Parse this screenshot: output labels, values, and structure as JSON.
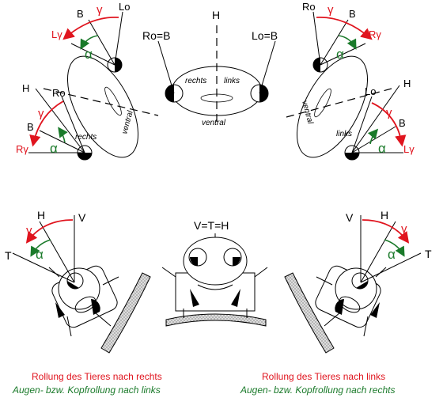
{
  "colors": {
    "red": "#e0141e",
    "green": "#1a7a2a",
    "black": "#000000"
  },
  "top_left": {
    "rear": {
      "Lo": "Lo",
      "B": "B",
      "Lg": "Lγ",
      "gamma": "γ",
      "alpha": "α"
    },
    "front": {
      "H": "H",
      "Ro": "Ro",
      "B": "B",
      "Rg": "Rγ",
      "gamma": "γ",
      "alpha": "α"
    },
    "body_labels": {
      "rechts": "rechts",
      "ventral": "ventral"
    }
  },
  "top_center": {
    "H": "H",
    "RoB": "Ro=B",
    "LoB": "Lo=B",
    "rechts": "rechts",
    "links": "links",
    "ventral": "ventral"
  },
  "top_right": {
    "rear": {
      "Ro": "Ro",
      "B": "B",
      "Rg": "Rγ",
      "gamma": "γ",
      "alpha": "α"
    },
    "front": {
      "H": "H",
      "Lo": "Lo",
      "B": "B",
      "Lg": "Lγ",
      "gamma": "γ",
      "alpha": "α"
    },
    "body_labels": {
      "links": "links",
      "ventral": "ventral"
    }
  },
  "bottom_left": {
    "T": "T",
    "H": "H",
    "V": "V",
    "gamma": "γ",
    "alpha": "α"
  },
  "bottom_center": {
    "VTH": "V=T=H"
  },
  "bottom_right": {
    "V": "V",
    "H": "H",
    "T": "T",
    "gamma": "γ",
    "alpha": "α"
  },
  "captions": {
    "left_line1": "Rollung des Tieres nach rechts",
    "left_line2": "Augen- bzw. Kopfrollung nach links",
    "right_line1": "Rollung des Tieres nach links",
    "right_line2": "Augen- bzw. Kopfrollung  nach rechts"
  }
}
